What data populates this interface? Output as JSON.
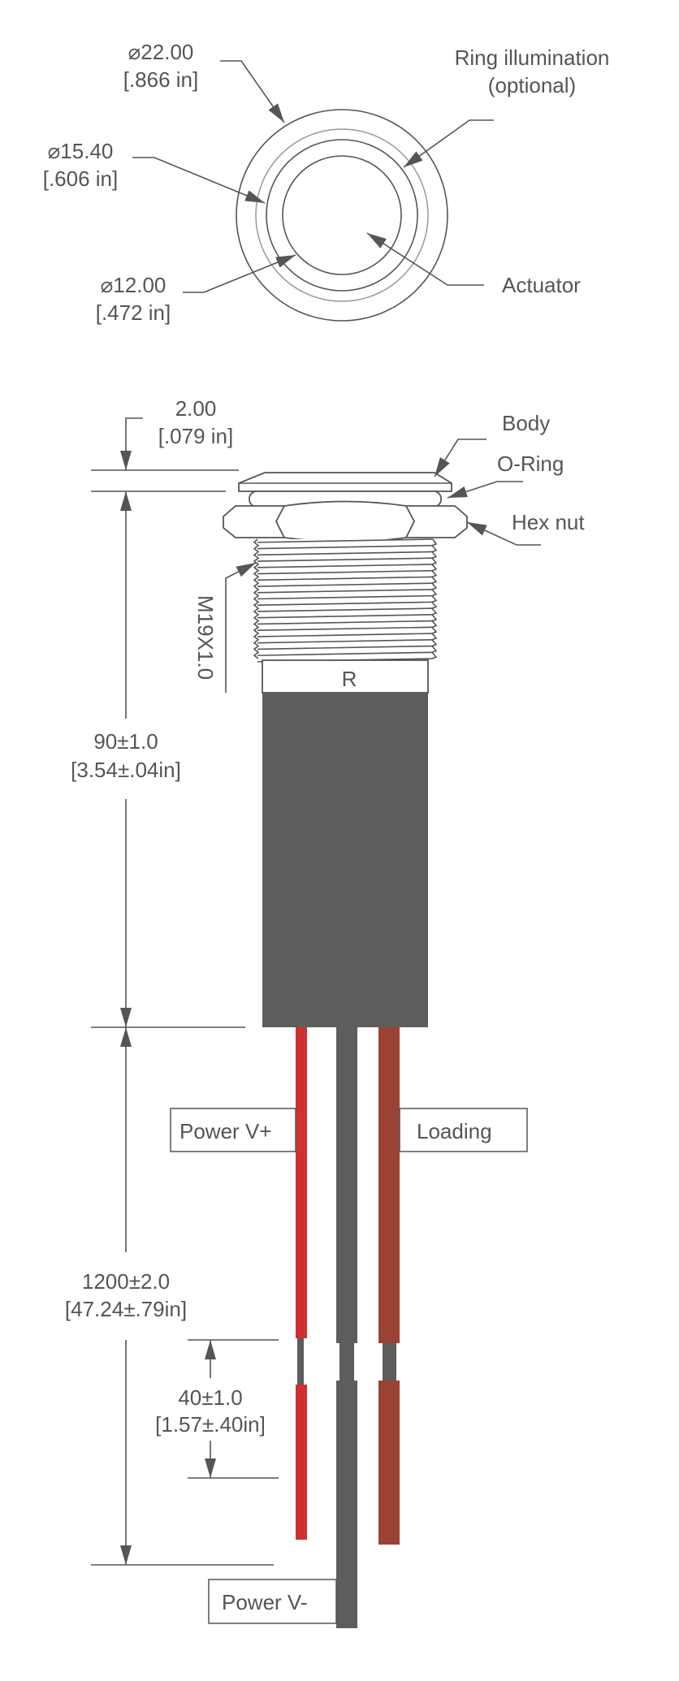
{
  "top_view": {
    "outer_diameter": {
      "mm": "⌀22.00",
      "in": "[.866 in]"
    },
    "ring_diameter": {
      "mm": "⌀15.40",
      "in": "[.606 in]"
    },
    "actuator_diameter": {
      "mm": "⌀12.00",
      "in": "[.472 in]"
    },
    "ring_illumination": {
      "line1": "Ring illumination",
      "line2": "(optional)"
    },
    "actuator_label": "Actuator"
  },
  "side_view": {
    "body_thickness": {
      "mm": "2.00",
      "in": "[.079 in]"
    },
    "body_label": "Body",
    "oring_label": "O-Ring",
    "hexnut_label": "Hex nut",
    "thread_label": "M19X1.0",
    "resistor_label": "R",
    "overall_length": {
      "mm": "90±1.0",
      "in": "[3.54±.04in]"
    },
    "wire_length": {
      "mm": "1200±2.0",
      "in": "[47.24±.79in]"
    },
    "strip_length": {
      "mm": "40±1.0",
      "in": "[1.57±.40in]"
    },
    "wire_labels": {
      "power_plus": "Power V+",
      "loading": "Loading",
      "power_minus": "Power V-"
    }
  },
  "colors": {
    "body": "#5e5d5c",
    "red_wire": "#d0302f",
    "brown_wire": "#9a4334",
    "line": "#555555"
  }
}
